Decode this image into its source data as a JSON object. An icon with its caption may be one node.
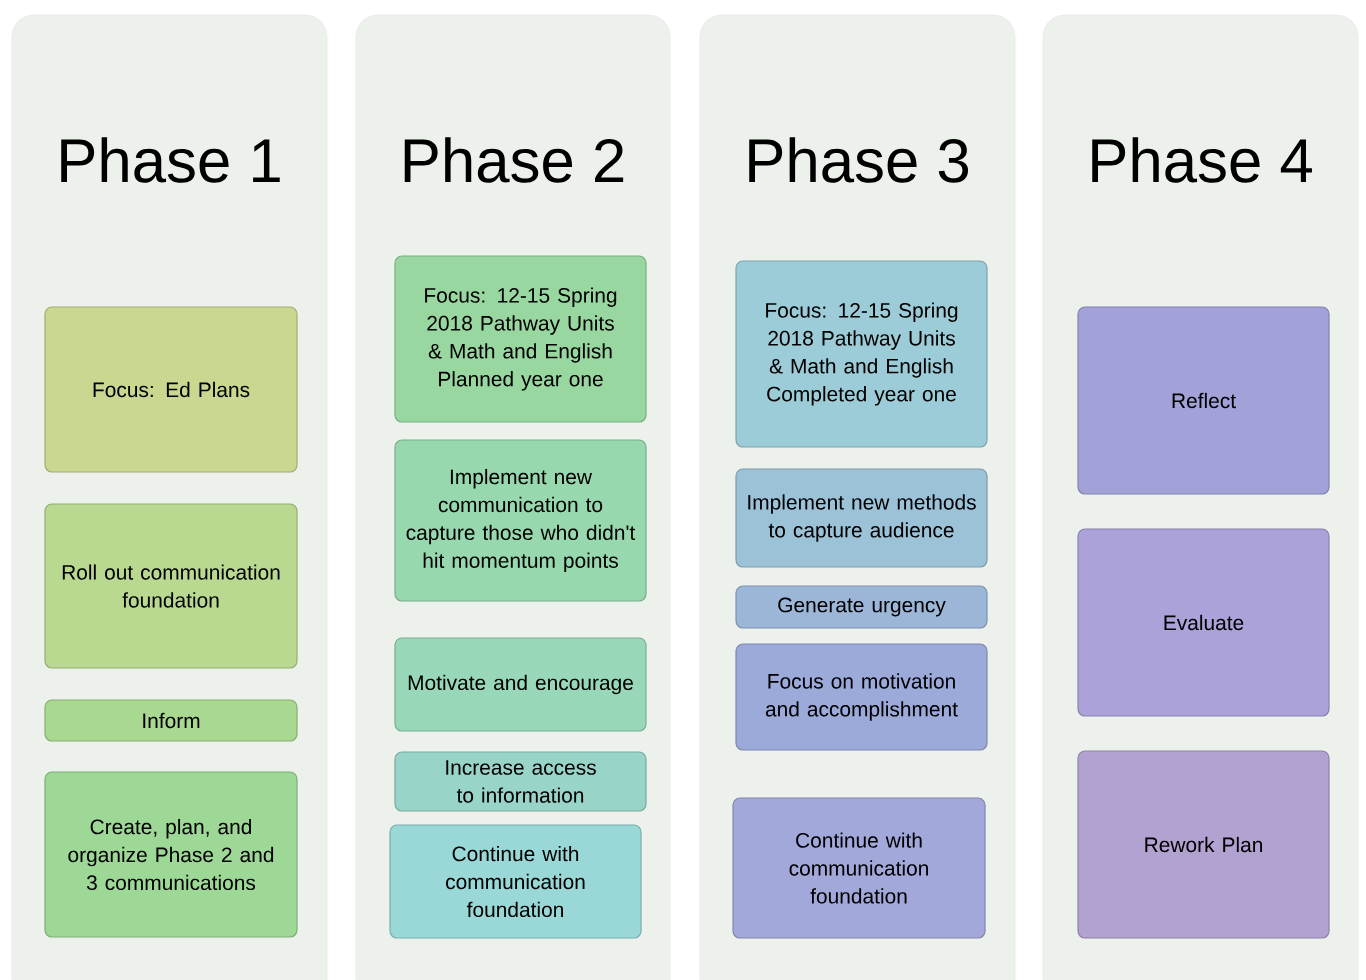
{
  "diagram": {
    "nodes": [
      {
        "text": [
          "Phase 1"
        ]
      },
      {
        "text": [
          "Focus: Ed Plans"
        ],
        "in": 0
      },
      {
        "text": [
          "Roll out communication foundation"
        ],
        "in": 0
      },
      {
        "text": [
          "Inform"
        ],
        "in": 0
      },
      {
        "text": [
          "Create, plan, and organize Phase 2 and 3 communications"
        ],
        "in": 0
      },
      {
        "text": [
          "Phase 2"
        ]
      },
      {
        "text": [
          "Focus: 12-15 Spring 2018 Pathway Units & Math and English Planned year one"
        ],
        "in": 5
      },
      {
        "text": [
          "Implement new communication to capture those who didn't hit momentum points"
        ],
        "in": 5
      },
      {
        "text": [
          "Motivate and encourage"
        ],
        "in": 5
      },
      {
        "text": [
          "Increase access to information"
        ],
        "in": 5
      },
      {
        "text": [
          "Continue with communication foundation"
        ],
        "in": 5
      },
      {
        "text": [
          "Phase 3"
        ]
      },
      {
        "text": [
          "Focus: 12-15 Spring 2018 Pathway Units & Math and English Completed year one"
        ],
        "in": 11
      },
      {
        "text": [
          "Implement new methods to capture audience"
        ],
        "in": 11
      },
      {
        "text": [
          "Generate urgency"
        ],
        "in": 11
      },
      {
        "text": [
          "Focus on motivation and accomplishment"
        ],
        "in": 11
      },
      {
        "text": [
          "Continue with communication foundation"
        ],
        "in": 11
      },
      {
        "text": [
          "Phase 4"
        ]
      },
      {
        "text": [
          "Reflect"
        ],
        "in": 17
      },
      {
        "text": [
          "Evaluate"
        ],
        "in": 17
      },
      {
        "text": [
          "Rework Plan"
        ],
        "in": 17
      }
    ]
  }
}
